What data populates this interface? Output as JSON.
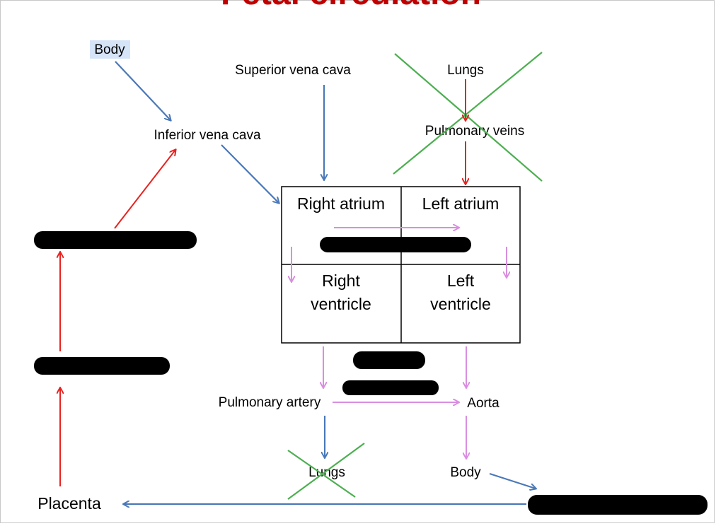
{
  "title": "Fetal circulation",
  "labels": {
    "body_top": "Body",
    "superior_vena_cava": "Superior vena cava",
    "lungs_top": "Lungs",
    "inferior_vena_cava": "Inferior vena cava",
    "pulmonary_veins": "Pulmonary veins",
    "right_atrium": "Right atrium",
    "left_atrium": "Left atrium",
    "right_ventricle_1": "Right",
    "right_ventricle_2": "ventricle",
    "left_ventricle_1": "Left",
    "left_ventricle_2": "ventricle",
    "pulmonary_artery": "Pulmonary artery",
    "aorta": "Aorta",
    "lungs_bottom": "Lungs",
    "body_bottom": "Body",
    "placenta": "Placenta"
  },
  "colors": {
    "blue_flow": "#4a78b8",
    "red_flow": "#e8221f",
    "shunt_flow": "#d98ee0",
    "blocked_cross": "#4caf50",
    "title_red": "#c00000",
    "body_highlight": "#d6e4f7",
    "redaction": "#000000"
  }
}
